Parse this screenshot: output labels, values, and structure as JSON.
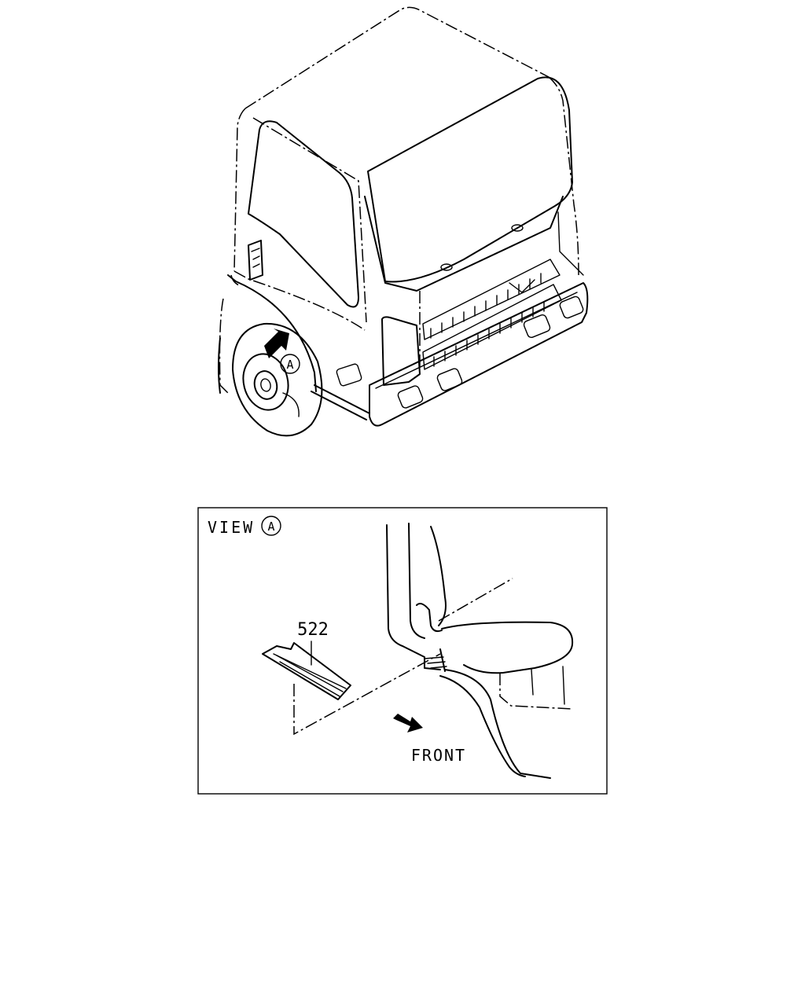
{
  "diagram": {
    "callout_letter": "A",
    "view": {
      "label": "VIEW",
      "letter": "A"
    },
    "part_number": "522",
    "direction_label": "FRONT"
  }
}
